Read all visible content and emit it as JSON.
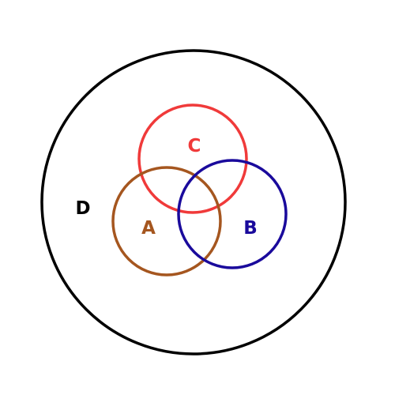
{
  "sets": [
    {
      "id": "D",
      "label": "D",
      "color": "#000000"
    },
    {
      "id": "C",
      "label": "C",
      "color": "#f03a3a"
    },
    {
      "id": "A",
      "label": "A",
      "color": "#a5561f"
    },
    {
      "id": "B",
      "label": "B",
      "color": "#1a0a9c"
    }
  ]
}
